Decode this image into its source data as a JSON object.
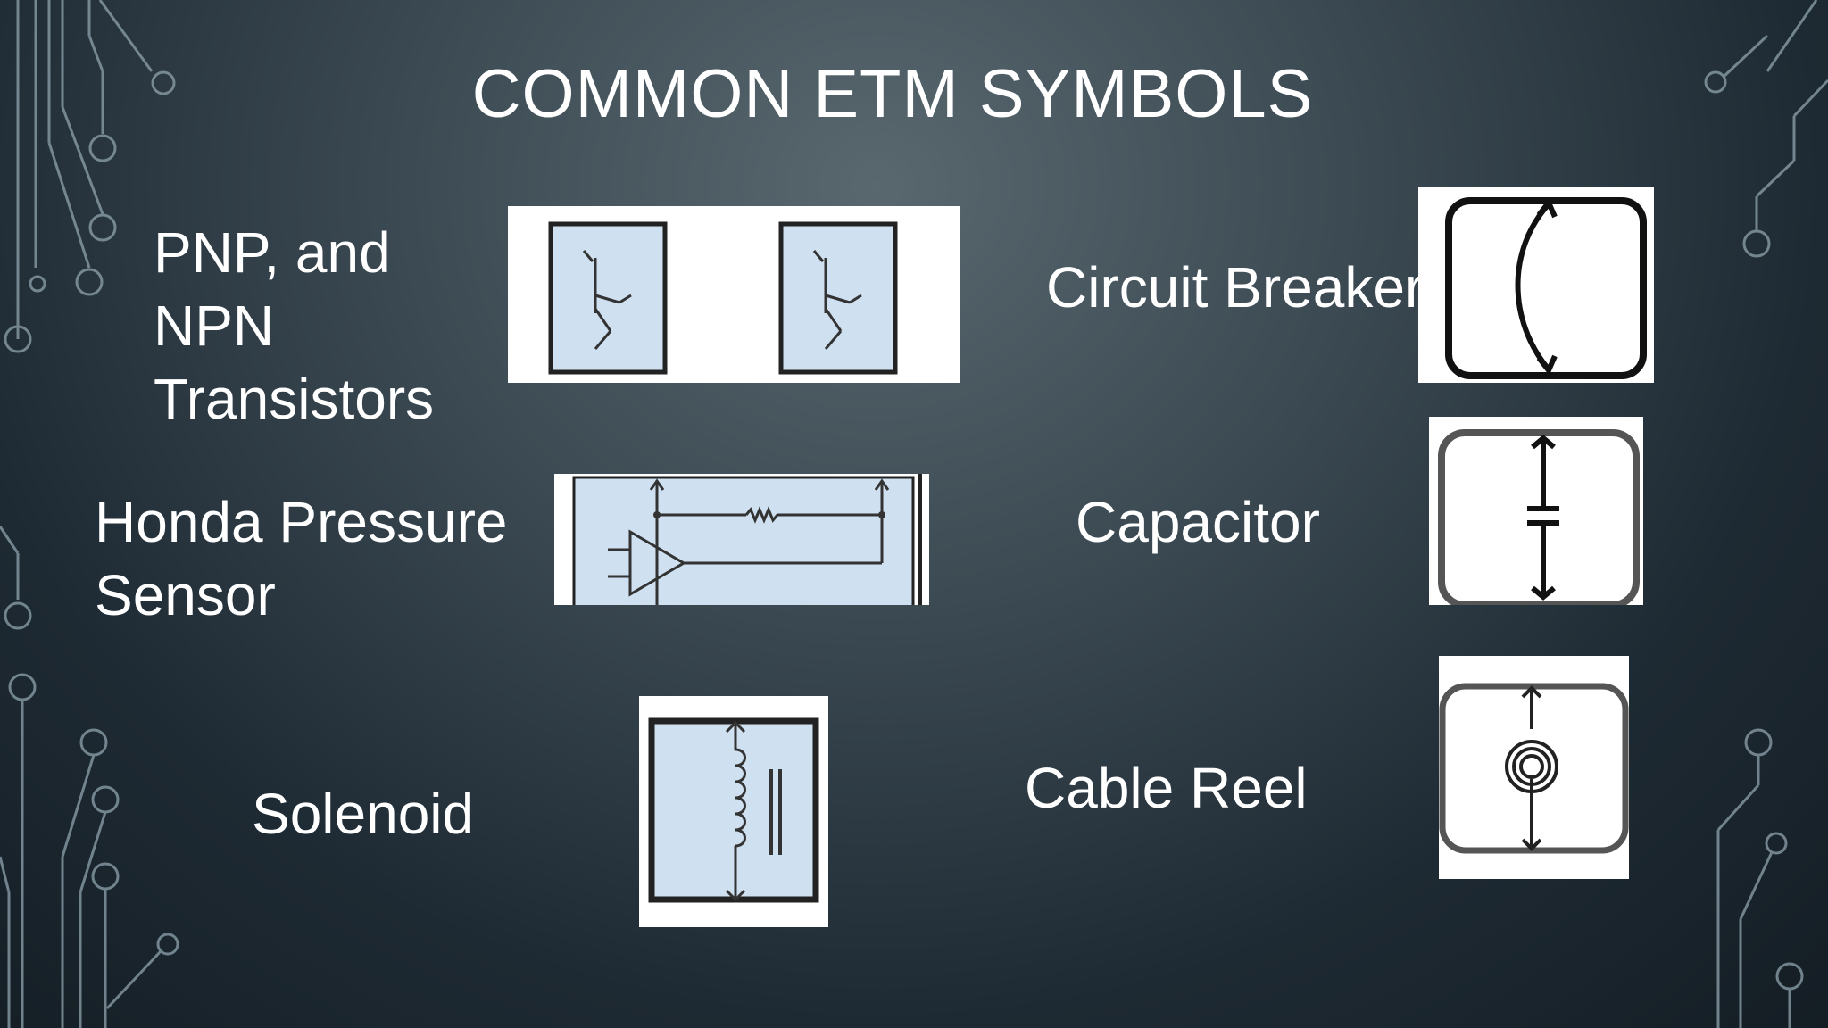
{
  "slide": {
    "title": "COMMON ETM SYMBOLS",
    "items": {
      "transistors": {
        "label_line1": "PNP, and",
        "label_line2": "NPN",
        "label_line3": "Transistors",
        "icon": "pnp-npn-transistor-symbols"
      },
      "pressure_sensor": {
        "label_line1": "Honda Pressure",
        "label_line2": "Sensor",
        "icon": "pressure-sensor-symbol"
      },
      "solenoid": {
        "label": "Solenoid",
        "icon": "solenoid-symbol"
      },
      "circuit_breaker": {
        "label": "Circuit Breaker",
        "icon": "circuit-breaker-symbol"
      },
      "capacitor": {
        "label": "Capacitor",
        "icon": "capacitor-symbol"
      },
      "cable_reel": {
        "label": "Cable Reel",
        "icon": "cable-reel-symbol"
      }
    }
  },
  "colors": {
    "background_dark": "#141d24",
    "background_light": "#59676f",
    "symbol_fill": "#cfe0f0",
    "circuit_lines": "#8fa3ad"
  }
}
